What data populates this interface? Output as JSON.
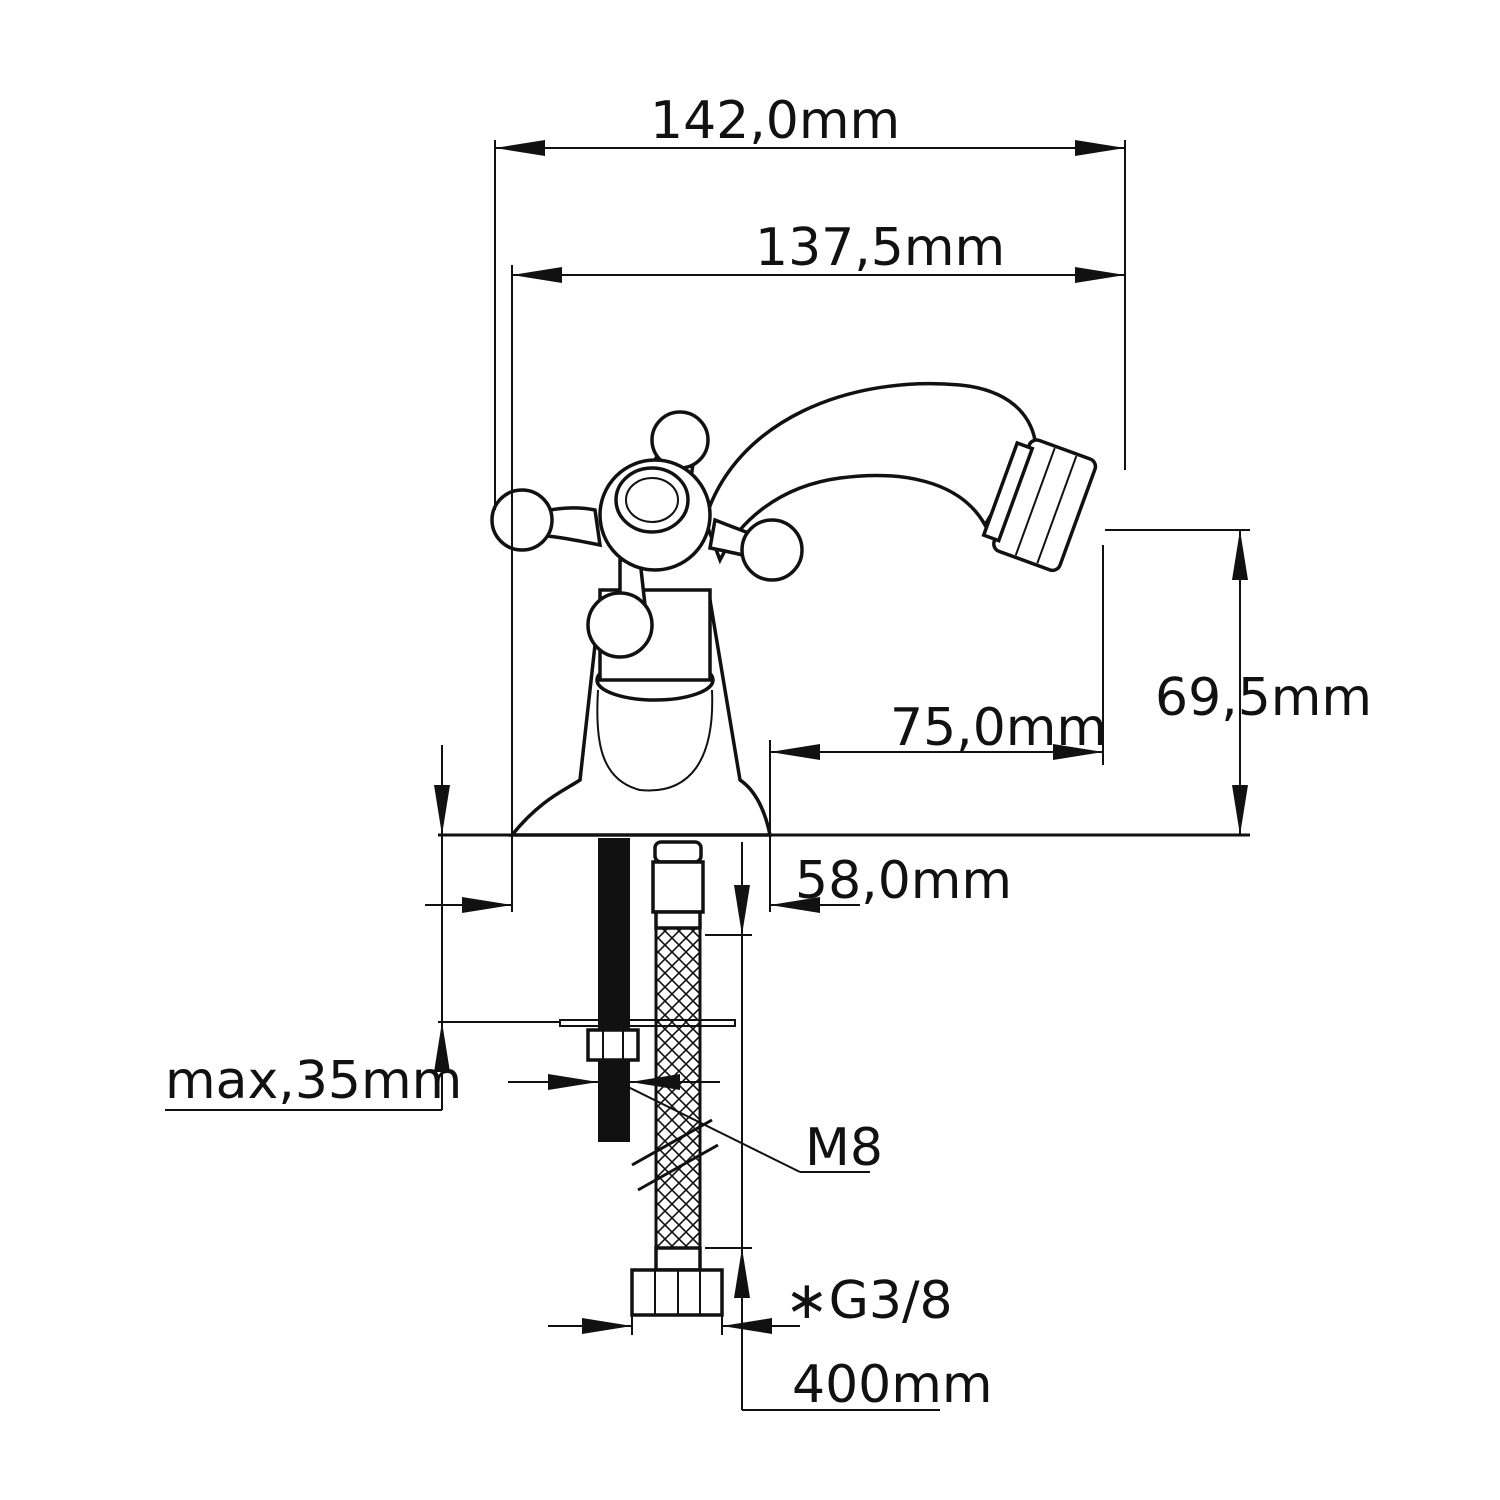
{
  "dimensions": {
    "overall_width": "142,0mm",
    "spout_width": "137,5mm",
    "spout_height": "69,5mm",
    "spout_reach": "75,0mm",
    "base_diameter": "58,0mm",
    "max_thickness": "max,35mm",
    "thread": "M8",
    "connection": "∗G3/8",
    "hose_length": "400mm"
  },
  "colors": {
    "line": "#111111",
    "background": "#ffffff"
  }
}
